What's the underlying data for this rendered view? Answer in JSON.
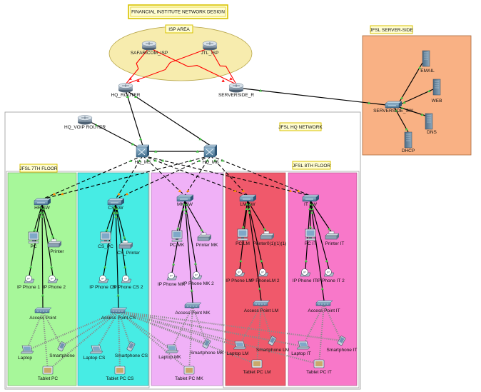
{
  "title": "FINANCIAL INSTITUTE NETWORK DESIGN",
  "colors": {
    "isp": "#f7ecae",
    "server_side": "#f9b184",
    "hq": "#ffffff",
    "floor7_a": "#a7f79a",
    "floor7_b": "#47ece4",
    "floor8_a": "#f0b1f7",
    "floor8_b": "#f0596b",
    "floor8_c": "#f878c9",
    "serial": "#ff0000",
    "trunk": "#000000",
    "wireless": "#8a8a8a"
  },
  "zones": {
    "isp": "ISP AREA",
    "server_side": "JFSL SERVER-SIDE",
    "hq": "JFSL HQ NETWORK",
    "floor7": "JFSL 7TH FLOOR",
    "floor8": "JFSL 8TH FLOOR"
  },
  "isp_routers": [
    "SAFARICOM_ISP",
    "JTL_ISP"
  ],
  "core": {
    "hq_router": "HQ_ROUTER",
    "voip_router": "HQ_VOIP ROUTER",
    "serverside_router": "SERVERSIDE_R",
    "ms1": "HQ_MS",
    "ms2": "HQ_MS"
  },
  "servers": {
    "switch": "SERVERSIDE_SW",
    "email": "EMAIL",
    "web": "WEB",
    "dns": "DNS",
    "dhcp": "DHCP"
  },
  "departments": [
    {
      "switch": "HR SW",
      "pc": "PC",
      "printer": "Printer",
      "phone1": "IP Phone 1",
      "phone2": "IP Phone 2",
      "ap": "Access Point",
      "laptop": "Laptop",
      "smartphone": "Smartphone",
      "tablet": "Tablet PC"
    },
    {
      "switch": "CS SW",
      "pc": "CS_PC",
      "printer": "CS_Printer",
      "phone1": "IP Phone CS",
      "phone2": "IP Phone CS 2",
      "ap": "Access Point CS",
      "laptop": "Laptop CS",
      "smartphone": "Smartphone CS",
      "tablet": "Tablet PC CS"
    },
    {
      "switch": "MK SW",
      "pc": "PC MK",
      "printer": "Printer MK",
      "phone1": "IP Phone MK",
      "phone2": "IP Phone MK 2",
      "ap": "Access Point MK",
      "laptop": "Laptop MK",
      "smartphone": "Smartphone MK",
      "tablet": "Tablet PC MK"
    },
    {
      "switch": "LM SW",
      "pc": "PC LM",
      "printer": "Printer0(1)(1)(1)",
      "phone1": "IP Phone LM",
      "phone2": "IP PhoneLM 2",
      "ap": "Access Point LM",
      "laptop": "Laptop LM",
      "smartphone": "Smartphone LM",
      "tablet": "Tablet PC LM"
    },
    {
      "switch": "IT SW",
      "pc": "PC IT",
      "printer": "Printer IT",
      "phone1": "IP Phone IT",
      "phone2": "IP Phone IT 2",
      "ap": "Access Point IT",
      "laptop": "Laptop IT",
      "smartphone": "Smartphone IT",
      "tablet": "Tablet PC IT"
    }
  ]
}
